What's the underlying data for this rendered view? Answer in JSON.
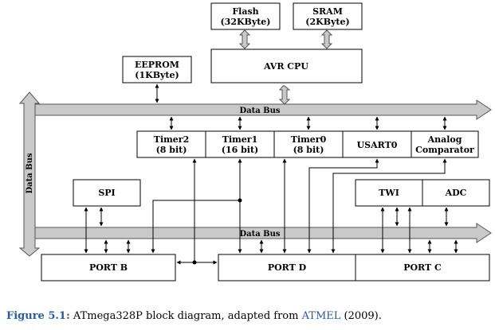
{
  "blocks": {
    "flash": [
      "Flash",
      "(32KByte)"
    ],
    "sram": [
      "SRAM",
      "(2KByte)"
    ],
    "cpu": [
      "AVR CPU"
    ],
    "eeprom": [
      "EEPROM",
      "(1KByte)"
    ],
    "timer2": [
      "Timer2",
      "(8 bit)"
    ],
    "timer1": [
      "Timer1",
      "(16 bit)"
    ],
    "timer0": [
      "Timer0",
      "(8 bit)"
    ],
    "usart0": [
      "USART0"
    ],
    "analog": [
      "Analog",
      "Comparator"
    ],
    "spi": [
      "SPI"
    ],
    "twi": [
      "TWI"
    ],
    "adc": [
      "ADC"
    ],
    "portb": [
      "PORT B"
    ],
    "portd": [
      "PORT D"
    ],
    "portc": [
      "PORT C"
    ]
  },
  "buses": {
    "top": "Data Bus",
    "bottom": "Data Bus",
    "vertical": "Data Bus"
  },
  "caption": {
    "figure": "Figure 5.1:",
    "text": " ATmega328P block diagram, adapted from ",
    "source": "ATMEL",
    "year": " (2009)."
  }
}
